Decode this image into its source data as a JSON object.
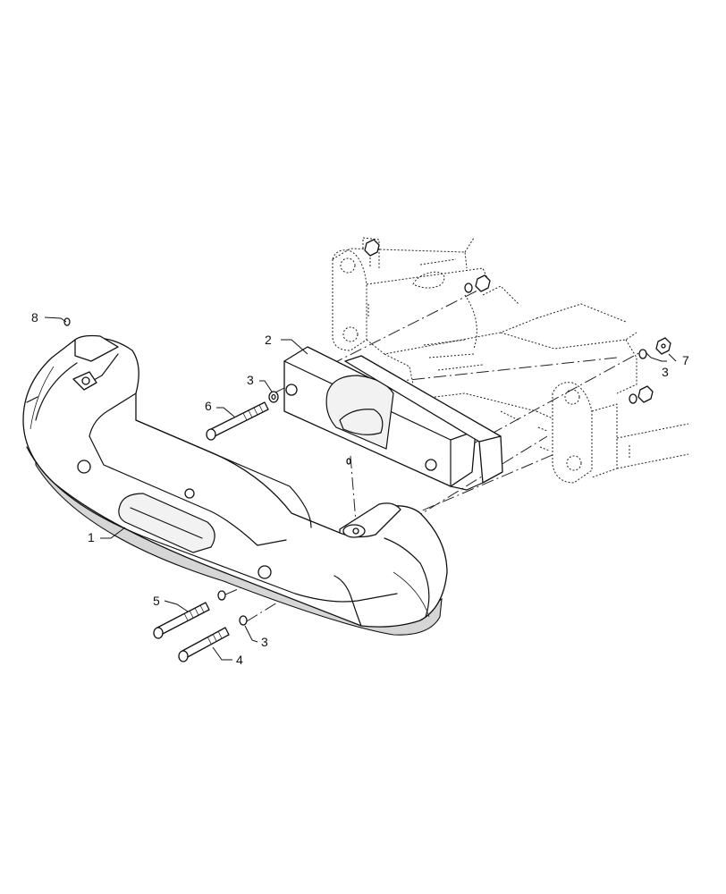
{
  "callouts": {
    "c1": "1",
    "c2": "2",
    "c3a": "3",
    "c3b": "3",
    "c3c": "3",
    "c4": "4",
    "c5": "5",
    "c6": "6",
    "c7": "7",
    "c8": "8"
  }
}
